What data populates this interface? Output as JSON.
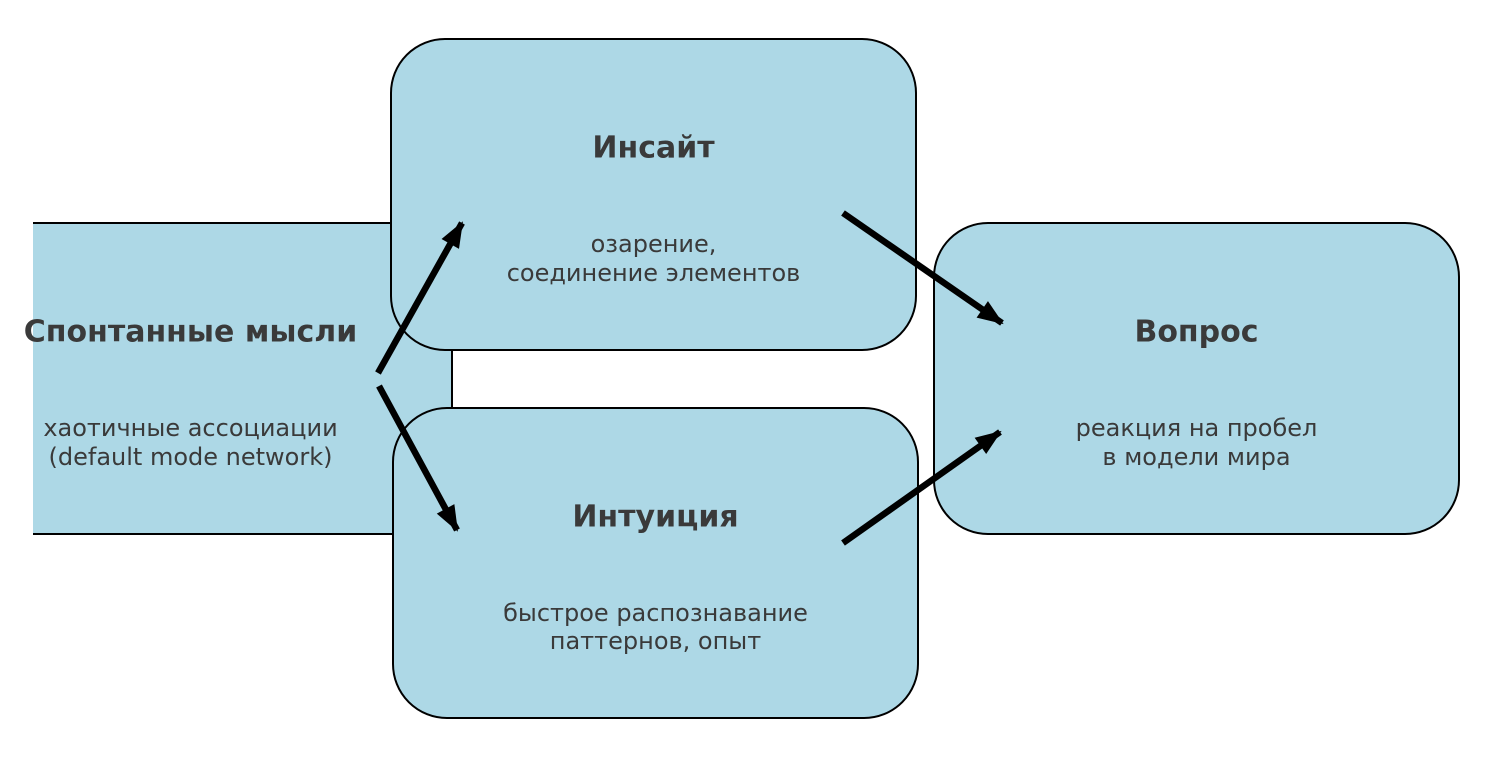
{
  "diagram": {
    "background_color": "#ffffff",
    "node_fill_color": "#ADD8E6",
    "node_border_color": "#000000",
    "text_color": "#3a3a3a",
    "arrow_color": "#000000",
    "nodes": {
      "spontaneous": {
        "title": "Спонтанные мысли",
        "subtitle": "хаотичные ассоциации\n(default mode network)"
      },
      "insight": {
        "title": "Инсайт",
        "subtitle": "озарение,\nсоединение элементов"
      },
      "intuition": {
        "title": "Интуиция",
        "subtitle": "быстрое распознавание\nпаттернов, опыт"
      },
      "question": {
        "title": "Вопрос",
        "subtitle": "реакция на пробел\nв модели мира"
      }
    },
    "edges": [
      {
        "from": "spontaneous",
        "to": "insight"
      },
      {
        "from": "spontaneous",
        "to": "intuition"
      },
      {
        "from": "insight",
        "to": "question"
      },
      {
        "from": "intuition",
        "to": "question"
      }
    ]
  }
}
